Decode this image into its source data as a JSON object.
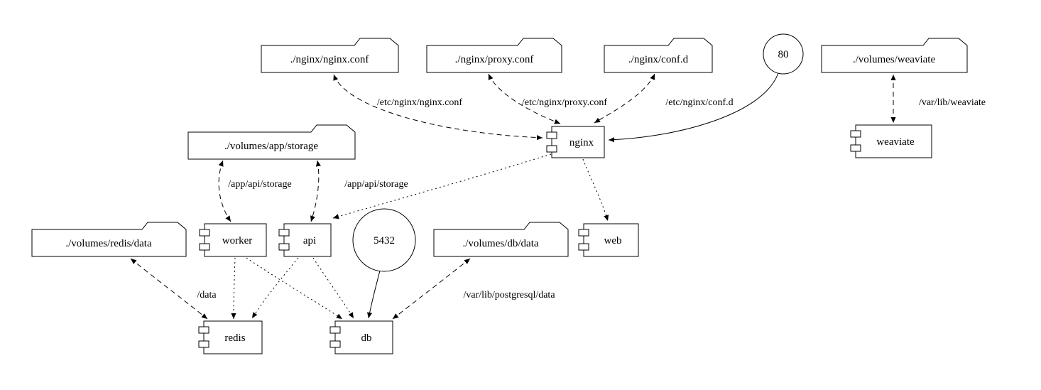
{
  "nodes": {
    "nginx_conf": {
      "label": "./nginx/nginx.conf",
      "shape": "folder"
    },
    "proxy_conf": {
      "label": "./nginx/proxy.conf",
      "shape": "folder"
    },
    "conf_d": {
      "label": "./nginx/conf.d",
      "shape": "folder"
    },
    "port_80": {
      "label": "80",
      "shape": "circle"
    },
    "volumes_weaviate": {
      "label": "./volumes/weaviate",
      "shape": "folder"
    },
    "volumes_app_storage": {
      "label": "./volumes/app/storage",
      "shape": "folder"
    },
    "nginx": {
      "label": "nginx",
      "shape": "component"
    },
    "weaviate": {
      "label": "weaviate",
      "shape": "component"
    },
    "volumes_redis_data": {
      "label": "./volumes/redis/data",
      "shape": "folder"
    },
    "worker": {
      "label": "worker",
      "shape": "component"
    },
    "api": {
      "label": "api",
      "shape": "component"
    },
    "port_5432": {
      "label": "5432",
      "shape": "circle"
    },
    "volumes_db_data": {
      "label": "./volumes/db/data",
      "shape": "folder"
    },
    "web": {
      "label": "web",
      "shape": "component"
    },
    "redis": {
      "label": "redis",
      "shape": "component"
    },
    "db": {
      "label": "db",
      "shape": "component"
    }
  },
  "edge_labels": {
    "nginx_conf_mount": "/etc/nginx/nginx.conf",
    "proxy_conf_mount": "/etc/nginx/proxy.conf",
    "conf_d_mount": "/etc/nginx/conf.d",
    "weaviate_mount": "/var/lib/weaviate",
    "worker_storage_mount": "/app/api/storage",
    "api_storage_mount": "/app/api/storage",
    "redis_mount": "/data",
    "db_mount": "/var/lib/postgresql/data"
  },
  "edges": {
    "nginx_nginx_conf": {
      "from": "nginx",
      "to": "./nginx/nginx.conf",
      "style": "dashed",
      "bidirectional": true
    },
    "nginx_proxy_conf": {
      "from": "nginx",
      "to": "./nginx/proxy.conf",
      "style": "dashed",
      "bidirectional": true
    },
    "nginx_conf_d": {
      "from": "nginx",
      "to": "./nginx/conf.d",
      "style": "dashed",
      "bidirectional": true
    },
    "port80_nginx": {
      "from": "80",
      "to": "nginx",
      "style": "solid",
      "bidirectional": false
    },
    "weaviate_volume": {
      "from": "weaviate",
      "to": "./volumes/weaviate",
      "style": "dashed",
      "bidirectional": true
    },
    "worker_storage": {
      "from": "worker",
      "to": "./volumes/app/storage",
      "style": "dashed",
      "bidirectional": true
    },
    "api_storage": {
      "from": "api",
      "to": "./volumes/app/storage",
      "style": "dashed",
      "bidirectional": true
    },
    "nginx_api": {
      "from": "nginx",
      "to": "api",
      "style": "dotted",
      "bidirectional": false
    },
    "nginx_web": {
      "from": "nginx",
      "to": "web",
      "style": "dotted",
      "bidirectional": false
    },
    "worker_redis": {
      "from": "worker",
      "to": "redis",
      "style": "dotted",
      "bidirectional": false
    },
    "worker_db": {
      "from": "worker",
      "to": "db",
      "style": "dotted",
      "bidirectional": false
    },
    "api_redis": {
      "from": "api",
      "to": "redis",
      "style": "dotted",
      "bidirectional": false
    },
    "api_db": {
      "from": "api",
      "to": "db",
      "style": "dotted",
      "bidirectional": false
    },
    "redis_volume": {
      "from": "redis",
      "to": "./volumes/redis/data",
      "style": "dashed",
      "bidirectional": true
    },
    "db_volume": {
      "from": "db",
      "to": "./volumes/db/data",
      "style": "dashed",
      "bidirectional": true
    },
    "port5432_db": {
      "from": "5432",
      "to": "db",
      "style": "solid",
      "bidirectional": false
    }
  },
  "colors": {
    "stroke": "#000000",
    "background": "#ffffff"
  }
}
